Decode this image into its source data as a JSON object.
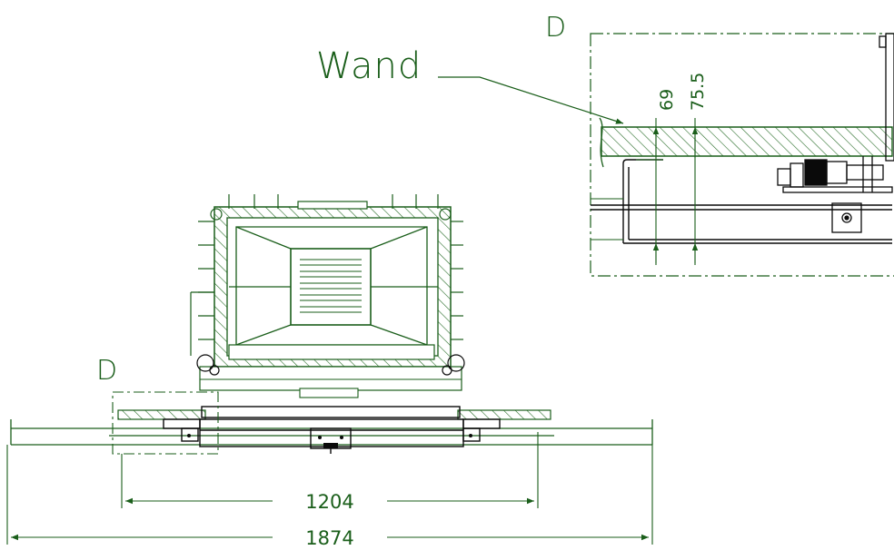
{
  "drawing": {
    "labels": {
      "detail_letter_top": "D",
      "detail_letter_left": "D",
      "wall_label": "Wand"
    },
    "dimensions": {
      "inner_width": "1204",
      "overall_width": "1874",
      "detail_dim_1": "69",
      "detail_dim_2": "75.5"
    },
    "colors": {
      "line": "#1a5e1a",
      "dark": "#0a0a0a",
      "hatch": "#2a6e2a",
      "background": "#ffffff"
    }
  }
}
